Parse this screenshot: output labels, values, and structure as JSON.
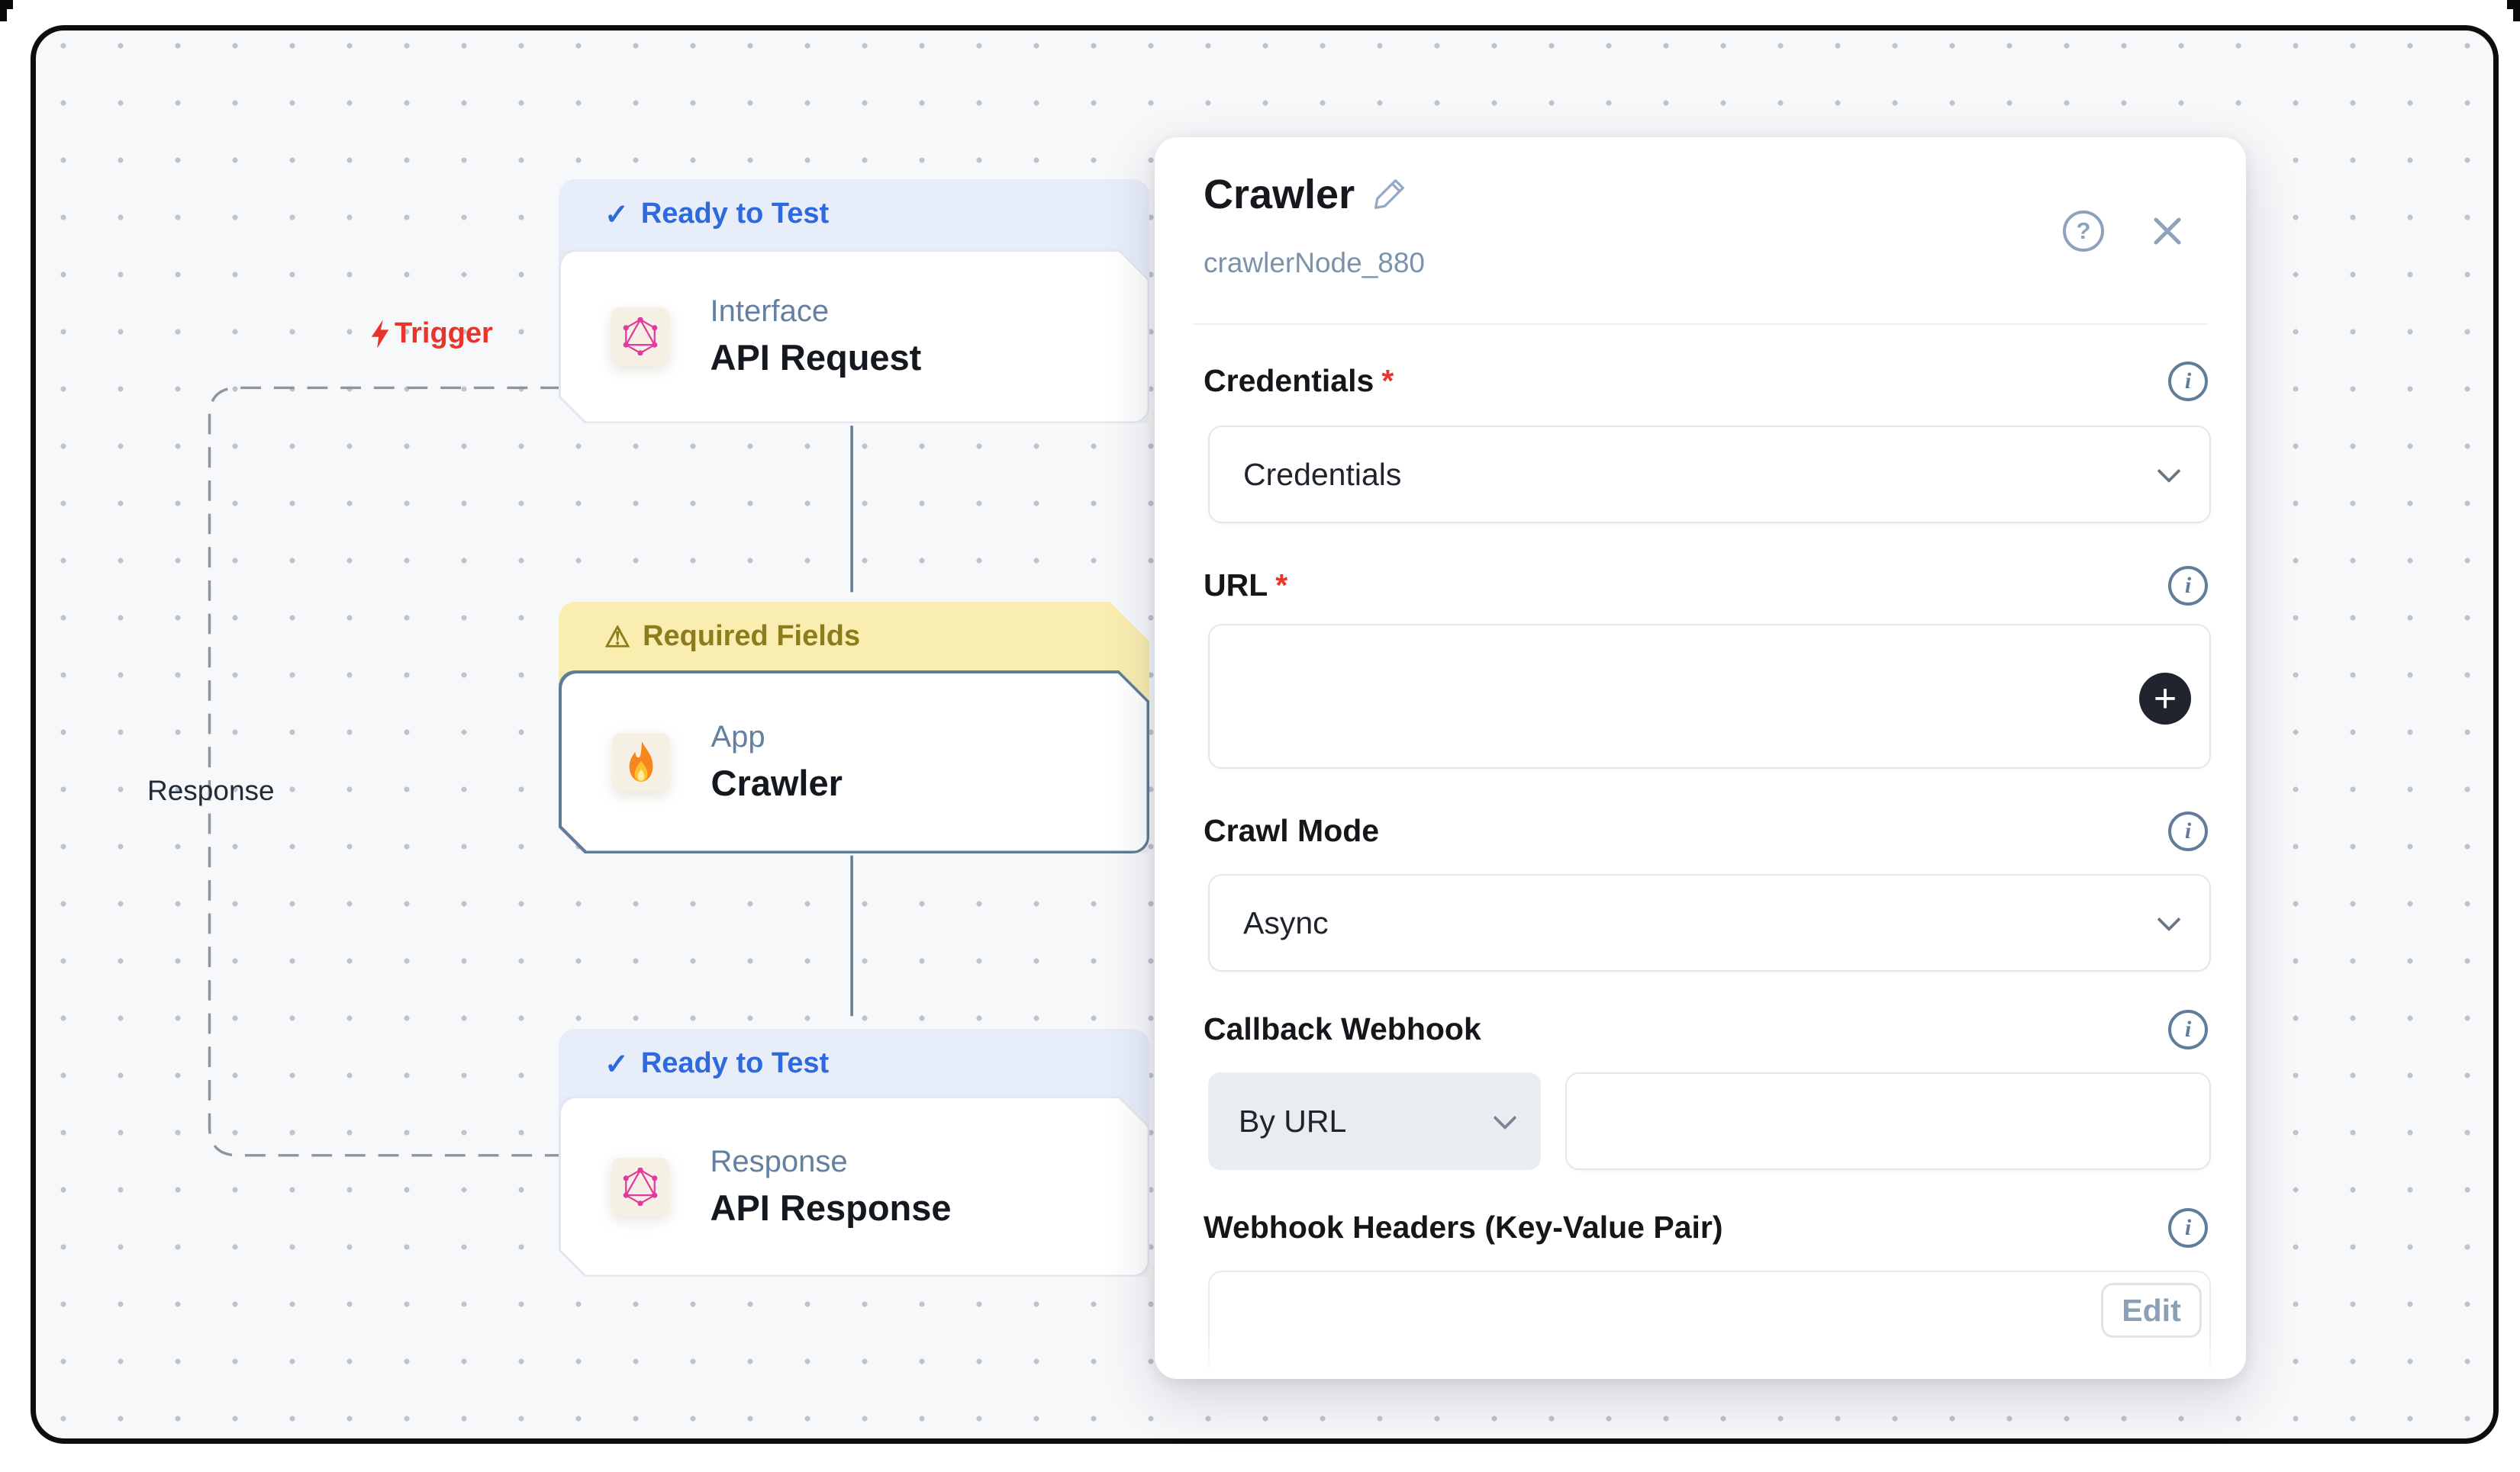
{
  "colors": {
    "accent_blue": "#2e6ade",
    "status_blue_bg": "#e8edfa",
    "warning_text": "#8d7c1e",
    "warning_bg": "#f9eeb0",
    "danger_red": "#e8352c",
    "slate_handle": "#5f7d99",
    "panel_icon": "#8da2bb",
    "canvas_bg": "#f7f8fa"
  },
  "icons": {
    "check": "✓",
    "warning": "⚠",
    "info": "i",
    "help": "?",
    "plus": "+"
  },
  "canvas": {
    "trigger_label": "Trigger",
    "response_label": "Response",
    "nodes": [
      {
        "status": "Ready to Test",
        "kind": "Interface",
        "title": "API Request",
        "icon": "graphql-icon"
      },
      {
        "status": "Required Fields",
        "kind": "App",
        "title": "Crawler",
        "icon": "fire-icon"
      },
      {
        "status": "Ready to Test",
        "kind": "Response",
        "title": "API Response",
        "icon": "graphql-icon"
      }
    ]
  },
  "panel": {
    "title": "Crawler",
    "node_id": "crawlerNode_880",
    "required_marker": "*",
    "fields": {
      "credentials": {
        "label": "Credentials",
        "value": "Credentials"
      },
      "url": {
        "label": "URL",
        "value": ""
      },
      "crawl_mode": {
        "label": "Crawl Mode",
        "value": "Async"
      },
      "callback_webhook": {
        "label": "Callback Webhook",
        "mode": "By URL",
        "value": ""
      },
      "webhook_headers": {
        "label": "Webhook Headers (Key-Value Pair)",
        "edit_label": "Edit"
      }
    }
  }
}
